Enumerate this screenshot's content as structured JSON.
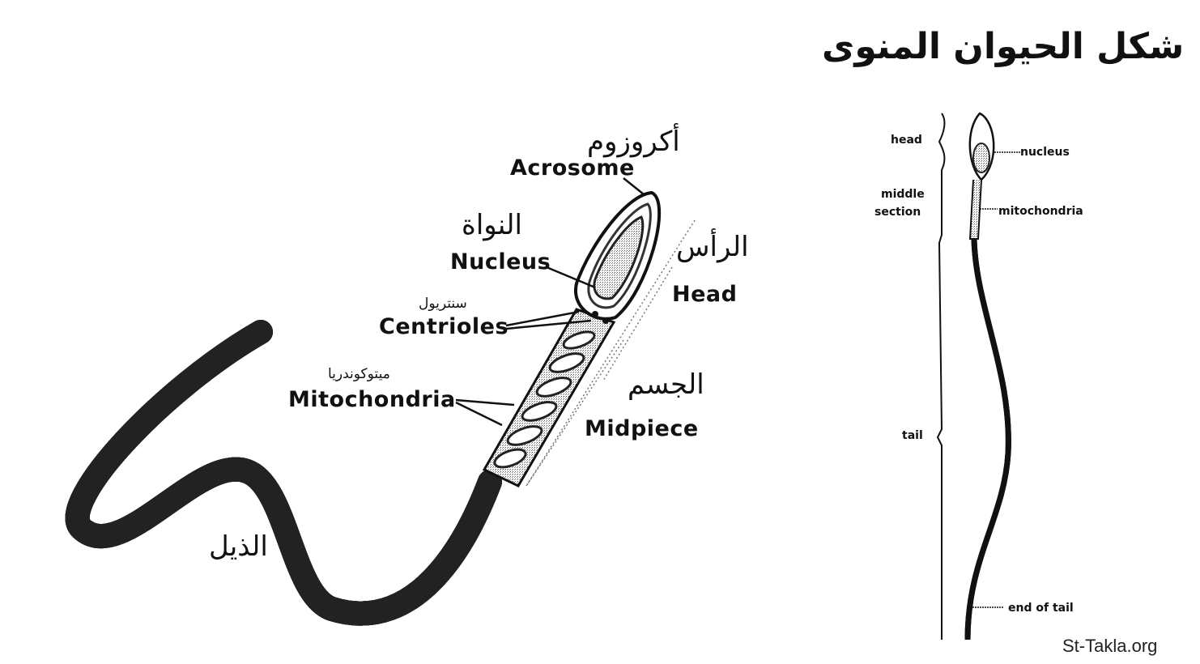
{
  "title": "شكل الحيوان المنوى",
  "left_diagram": {
    "acrosome": {
      "en": "Acrosome",
      "ar": "أكروزوم"
    },
    "nucleus": {
      "en": "Nucleus",
      "ar": "النواة"
    },
    "head": {
      "en": "Head",
      "ar": "الرأس"
    },
    "centrioles": {
      "en": "Centrioles",
      "ar": "سنتريول"
    },
    "mitochondria": {
      "en": "Mitochondria",
      "ar": "ميتوكوندريا"
    },
    "midpiece": {
      "en": "Midpiece",
      "ar": "الجسم"
    },
    "tail": {
      "ar": "الذيل"
    }
  },
  "right_diagram": {
    "head": "head",
    "middle_section": [
      "middle",
      "section"
    ],
    "tail": "tail",
    "nucleus": "nucleus",
    "mitochondria": "mitochondria",
    "end_of_tail": "end of tail"
  },
  "watermark": "St-Takla.org"
}
